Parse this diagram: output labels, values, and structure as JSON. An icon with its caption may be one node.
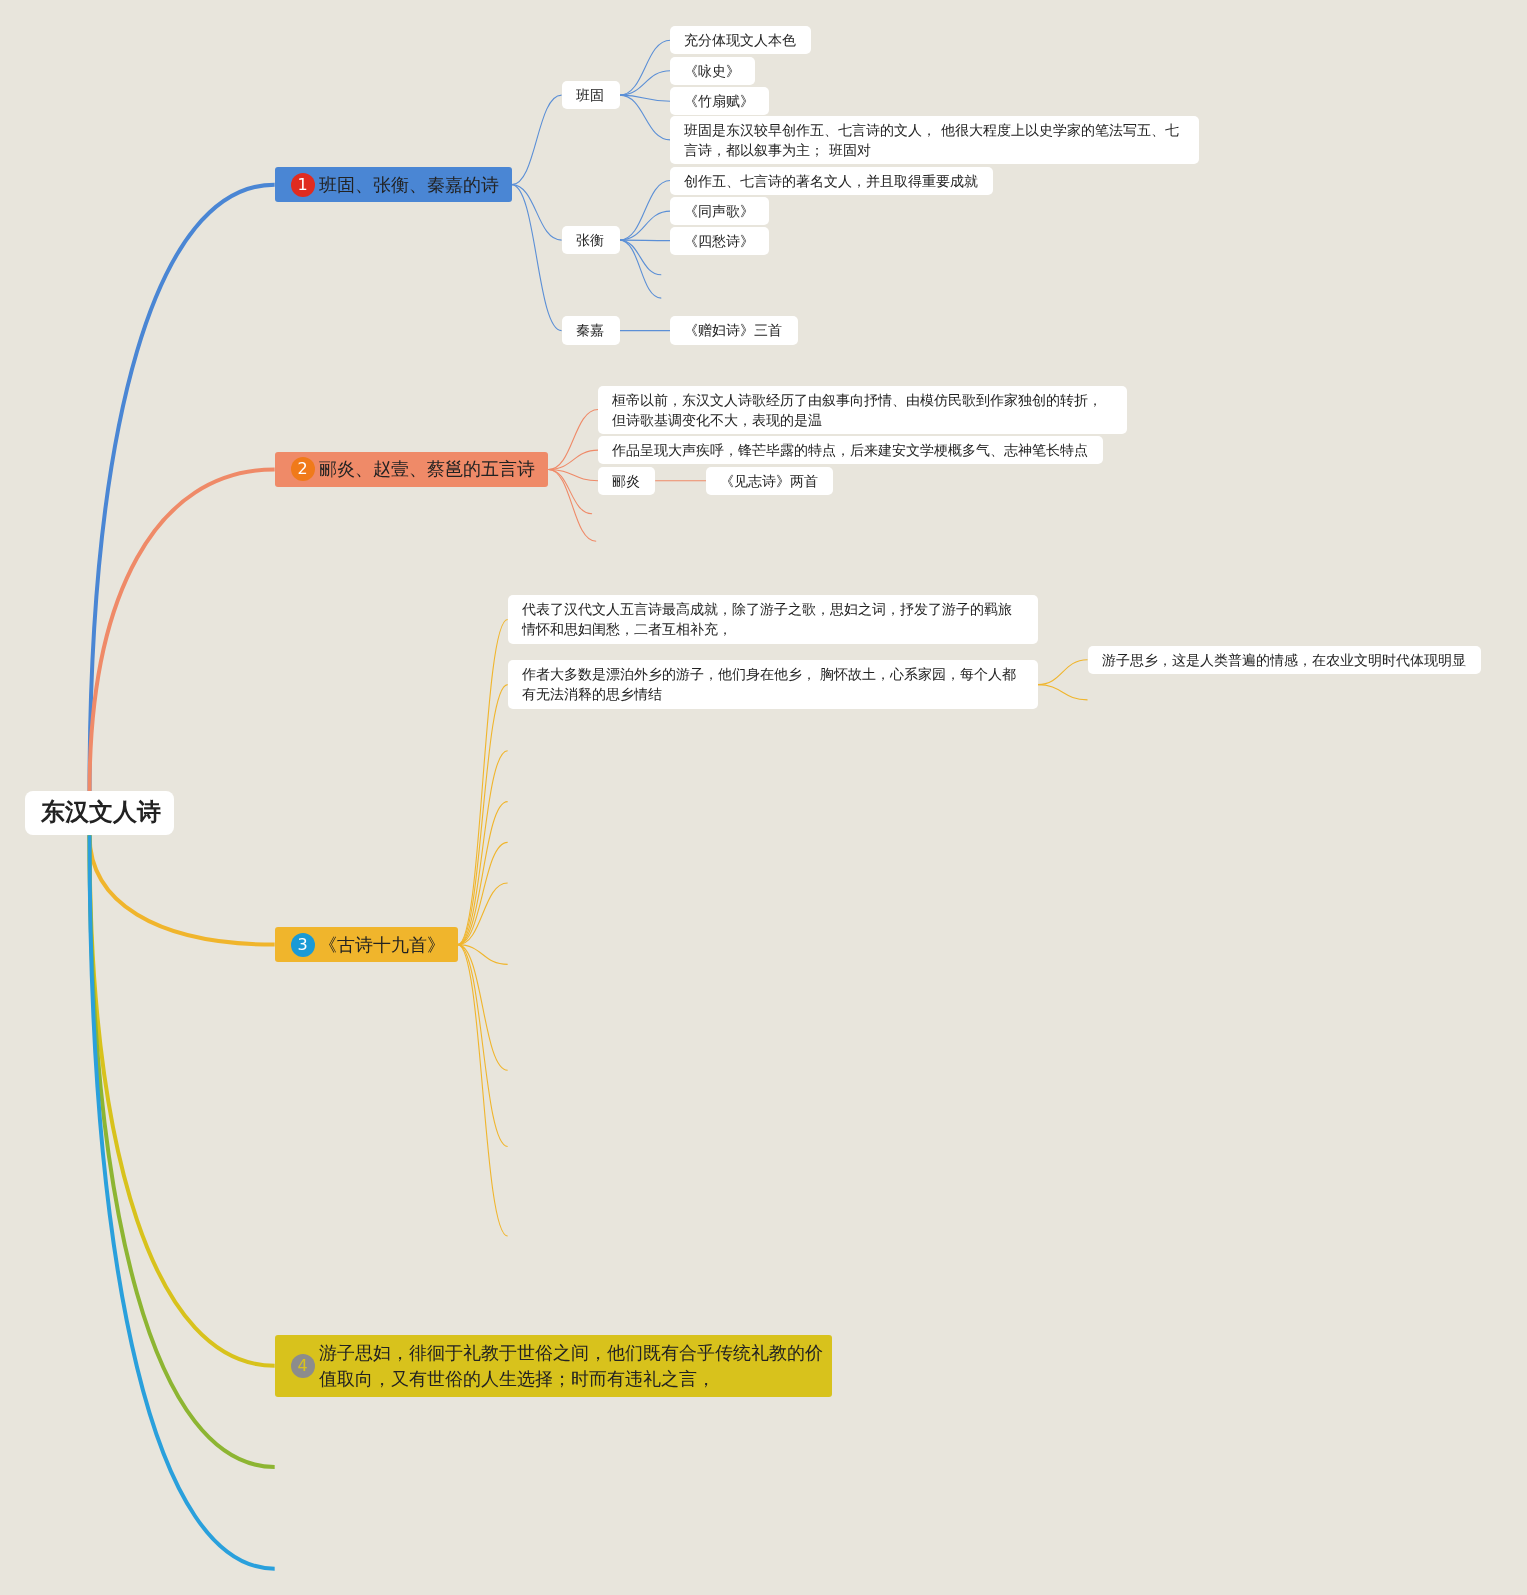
{
  "diagram": {
    "nodes": [
      {
        "text": [
          "东汉文人诗"
        ]
      },
      {
        "text": [
          "1",
          "班固、张衡、秦嘉的诗"
        ]
      },
      {
        "text": [
          "班固"
        ]
      },
      {
        "text": [
          "充分体现文人本色"
        ]
      },
      {
        "text": [
          "《咏史》"
        ]
      },
      {
        "text": [
          "《竹扇赋》"
        ]
      },
      {
        "text": [
          "班固是东汉较早创作五、七言诗的文人， 他很大程度上以史学家的笔法写五、七言诗，都以叙事为主； 班固对"
        ]
      },
      {
        "text": [
          "张衡"
        ]
      },
      {
        "text": [
          "创作五、七言诗的著名文人，并且取得重要成就"
        ]
      },
      {
        "text": [
          "《同声歌》"
        ]
      },
      {
        "text": [
          "《四愁诗》"
        ]
      },
      {
        "text": [
          "秦嘉"
        ]
      },
      {
        "text": [
          "《赠妇诗》三首"
        ]
      },
      {
        "text": [
          "2",
          "郦炎、赵壹、蔡邕的五言诗"
        ]
      },
      {
        "text": [
          "桓帝以前，东汉文人诗歌经历了由叙事向抒情、由模仿民歌到作家独创的转折，但诗歌基调变化不大，表现的是温"
        ]
      },
      {
        "text": [
          "作品呈现大声疾呼，锋芒毕露的特点，后来建安文学梗概多气、志神笔长特点"
        ]
      },
      {
        "text": [
          "郦炎"
        ]
      },
      {
        "text": [
          "《见志诗》两首"
        ]
      },
      {
        "text": [
          "3",
          "《古诗十九首》"
        ]
      },
      {
        "text": [
          "代表了汉代文人五言诗最高成就，除了游子之歌，思妇之词，抒发了游子的羁旅情怀和思妇闺愁，二者互相补充，"
        ]
      },
      {
        "text": [
          "作者大多数是漂泊外乡的游子，他们身在他乡， 胸怀故土，心系家园，每个人都有无法消释的思乡情结"
        ]
      },
      {
        "text": [
          "游子思乡，这是人类普遍的情感，在农业文明时代体现明显"
        ]
      },
      {
        "text": [
          "4",
          "游子思妇，徘徊于礼教于世俗之间，他们既有合乎传统礼教的价值取向，又有世俗的人生选择；时而有违礼之言，"
        ]
      }
    ],
    "edges": [
      {
        "from": 0,
        "to": 1,
        "arrow": "none",
        "style": "thick",
        "color": "#4a86d4"
      },
      {
        "from": 0,
        "to": 13,
        "arrow": "none",
        "style": "thick",
        "color": "#ef8a68"
      },
      {
        "from": 0,
        "to": 18,
        "arrow": "none",
        "style": "thick",
        "color": "#f0b52c"
      },
      {
        "from": 0,
        "to": 22,
        "arrow": "none",
        "style": "thick",
        "color": "#d8c21c"
      },
      {
        "from": 0,
        "to": null,
        "arrow": "none",
        "style": "thick",
        "color": "#8db532"
      },
      {
        "from": 0,
        "to": null,
        "arrow": "none",
        "style": "thick",
        "color": "#2aa0dc"
      },
      {
        "from": 1,
        "to": 2,
        "arrow": "none",
        "color": "#5b8fd6"
      },
      {
        "from": 1,
        "to": 7,
        "arrow": "none",
        "color": "#5b8fd6"
      },
      {
        "from": 1,
        "to": 11,
        "arrow": "none",
        "color": "#5b8fd6"
      },
      {
        "from": 2,
        "to": 3,
        "arrow": "none",
        "color": "#5b8fd6"
      },
      {
        "from": 2,
        "to": 4,
        "arrow": "none",
        "color": "#5b8fd6"
      },
      {
        "from": 2,
        "to": 5,
        "arrow": "none",
        "color": "#5b8fd6"
      },
      {
        "from": 2,
        "to": 6,
        "arrow": "none",
        "color": "#5b8fd6"
      },
      {
        "from": 7,
        "to": 8,
        "arrow": "none",
        "color": "#5b8fd6"
      },
      {
        "from": 7,
        "to": 9,
        "arrow": "none",
        "color": "#5b8fd6"
      },
      {
        "from": 7,
        "to": 10,
        "arrow": "none",
        "color": "#5b8fd6"
      },
      {
        "from": 7,
        "to": null,
        "arrow": "none",
        "color": "#5b8fd6"
      },
      {
        "from": 7,
        "to": null,
        "arrow": "none",
        "color": "#5b8fd6"
      },
      {
        "from": 11,
        "to": 12,
        "arrow": "none",
        "color": "#5b8fd6"
      },
      {
        "from": 13,
        "to": 14,
        "arrow": "none",
        "color": "#ef8a68"
      },
      {
        "from": 13,
        "to": 15,
        "arrow": "none",
        "color": "#ef8a68"
      },
      {
        "from": 13,
        "to": 16,
        "arrow": "none",
        "color": "#ef8a68"
      },
      {
        "from": 13,
        "to": null,
        "arrow": "none",
        "color": "#ef8a68"
      },
      {
        "from": 13,
        "to": null,
        "arrow": "none",
        "color": "#ef8a68"
      },
      {
        "from": 16,
        "to": 17,
        "arrow": "none",
        "color": "#ef8a68"
      },
      {
        "from": 18,
        "to": 19,
        "arrow": "none",
        "color": "#f0b52c"
      },
      {
        "from": 18,
        "to": 20,
        "arrow": "none",
        "color": "#f0b52c"
      },
      {
        "from": 18,
        "to": null,
        "arrow": "none",
        "color": "#f0b52c"
      },
      {
        "from": 18,
        "to": null,
        "arrow": "none",
        "color": "#f0b52c"
      },
      {
        "from": 18,
        "to": null,
        "arrow": "none",
        "color": "#f0b52c"
      },
      {
        "from": 18,
        "to": null,
        "arrow": "none",
        "color": "#f0b52c"
      },
      {
        "from": 18,
        "to": null,
        "arrow": "none",
        "color": "#f0b52c"
      },
      {
        "from": 18,
        "to": null,
        "arrow": "none",
        "color": "#f0b52c"
      },
      {
        "from": 18,
        "to": null,
        "arrow": "none",
        "color": "#f0b52c"
      },
      {
        "from": 18,
        "to": null,
        "arrow": "none",
        "color": "#f0b52c"
      },
      {
        "from": 20,
        "to": 21,
        "arrow": "none",
        "color": "#f0b52c"
      },
      {
        "from": 20,
        "to": null,
        "arrow": "none",
        "color": "#f0b52c"
      }
    ]
  }
}
